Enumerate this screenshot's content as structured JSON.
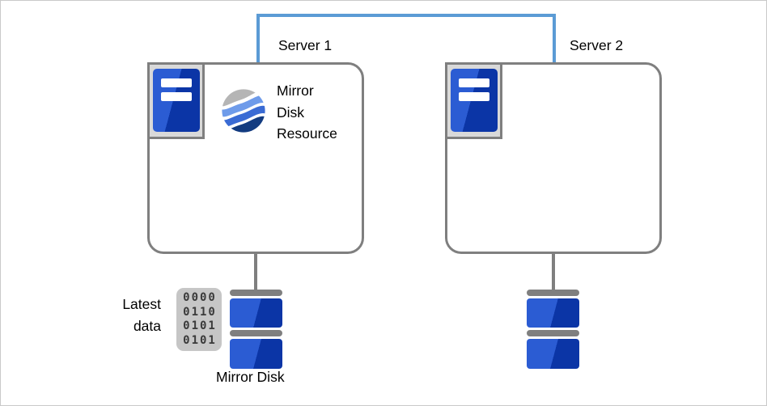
{
  "servers": [
    {
      "label": "Server 1",
      "disk_label": "Mirror Disk"
    },
    {
      "label": "Server 2"
    }
  ],
  "mirror_resource": {
    "line1": "Mirror",
    "line2": "Disk",
    "line3": "Resource"
  },
  "latest_data": {
    "line1": "Latest",
    "line2": "data",
    "rows": [
      "0000",
      "0110",
      "0101",
      "0101"
    ]
  },
  "colors": {
    "link_blue": "#5b9bd5",
    "outline_gray": "#7f7f7f",
    "disk_blue_light": "#2b5cd3",
    "disk_blue_dark": "#0b35a6",
    "frame_gray_bg": "#d9d9d9",
    "binary_bg": "#c6c6c6",
    "binary_digit": "#3a3a3a",
    "wave_gray": "#b5b5b5",
    "wave_light_blue": "#6e9bea",
    "wave_mid_blue": "#3a6bd4",
    "wave_navy": "#123b80",
    "canvas_border": "#c9c9c9"
  }
}
